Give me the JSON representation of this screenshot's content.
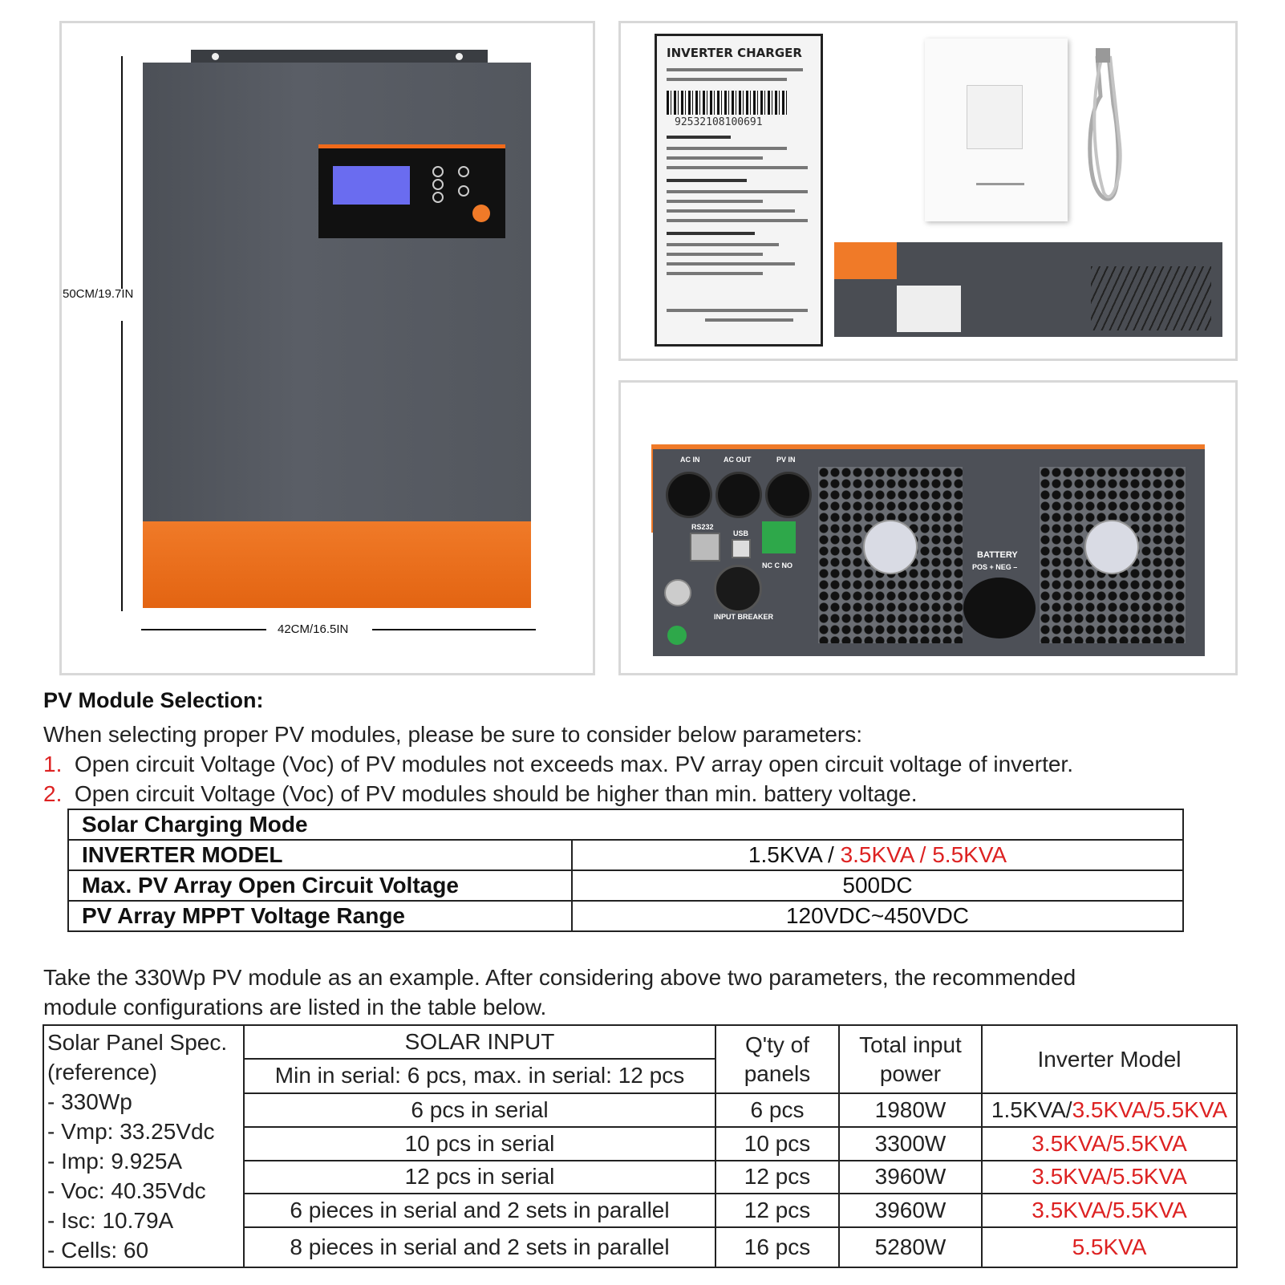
{
  "product_image": {
    "height_label": "50CM/19.7IN",
    "width_label": "42CM/16.5IN"
  },
  "spec_label": {
    "title": "INVERTER CHARGER",
    "barcode_number": "92532108100691"
  },
  "back_panel": {
    "ac_in": "AC IN",
    "ac_out": "AC OUT",
    "pv_in": "PV IN",
    "rs232": "RS232",
    "usb": "USB",
    "nc_c_no": "NC C NO",
    "input_breaker": "INPUT BREAKER",
    "battery": "BATTERY",
    "pos_neg": "POS +   NEG –"
  },
  "pv_section": {
    "heading": "PV Module Selection:",
    "intro": "When selecting proper PV modules, please be sure to consider below parameters:",
    "points": [
      {
        "num": "1.",
        "text": "Open circuit Voltage (Voc) of PV modules not exceeds max. PV array open circuit voltage of inverter."
      },
      {
        "num": "2.",
        "text": "Open circuit Voltage (Voc) of PV modules should be higher than min. battery voltage."
      }
    ]
  },
  "solar_table": {
    "title": "Solar Charging Mode",
    "rows": [
      {
        "key": "INVERTER MODEL",
        "value_black": "1.5KVA / ",
        "value_red": "3.5KVA / 5.5KVA"
      },
      {
        "key": "Max. PV Array Open Circuit Voltage",
        "value_black": "500DC",
        "value_red": ""
      },
      {
        "key": "PV Array MPPT Voltage Range",
        "value_black": "120VDC~450VDC",
        "value_red": ""
      }
    ]
  },
  "example_text": {
    "line1": "Take the 330Wp PV module as an example. After considering above two parameters, the recommended",
    "line2": "module configurations are listed in the table below."
  },
  "config_table": {
    "spec_lines": [
      "Solar Panel Spec.",
      "(reference)",
      "- 330Wp",
      "- Vmp: 33.25Vdc",
      "- Imp: 9.925A",
      "- Voc: 40.35Vdc",
      "- Isc: 10.79A",
      "- Cells: 60"
    ],
    "solar_input_header": "SOLAR INPUT",
    "solar_input_sub": "Min in serial: 6 pcs, max. in serial: 12 pcs",
    "qty_header": "Q'ty of panels",
    "power_header": "Total input power",
    "model_header": "Inverter Model",
    "rows": [
      {
        "input": "6 pcs in serial",
        "qty": "6 pcs",
        "power": "1980W",
        "model_black": "1.5KVA/",
        "model_red": "3.5KVA/5.5KVA"
      },
      {
        "input": "10 pcs in serial",
        "qty": "10 pcs",
        "power": "3300W",
        "model_black": "",
        "model_red": "3.5KVA/5.5KVA"
      },
      {
        "input": "12 pcs in serial",
        "qty": "12 pcs",
        "power": "3960W",
        "model_black": "",
        "model_red": "3.5KVA/5.5KVA"
      },
      {
        "input": "6 pieces in serial and 2 sets in parallel",
        "qty": "12 pcs",
        "power": "3960W",
        "model_black": "",
        "model_red": "3.5KVA/5.5KVA"
      },
      {
        "input": "8 pieces in serial and 2 sets in parallel",
        "qty": "16 pcs",
        "power": "5280W",
        "model_black": "",
        "model_red": "5.5KVA"
      }
    ]
  },
  "colors": {
    "accent_orange": "#f07a28",
    "highlight_red": "#d22222",
    "body_gray": "#4d5057"
  }
}
